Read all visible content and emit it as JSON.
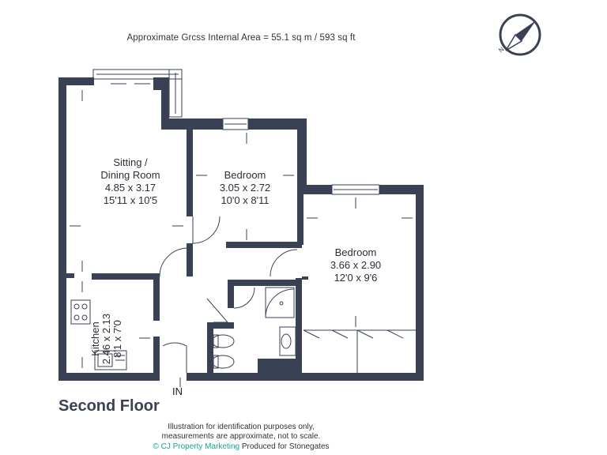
{
  "header": {
    "area_text": "Approximate Grcss Internal Area = 55.1 sq m / 593 sq ft"
  },
  "compass": {
    "letter": "N",
    "color": "#3a4154"
  },
  "rooms": {
    "sitting": {
      "name_line1": "Sitting /",
      "name_line2": "Dining Room",
      "metric": "4.85 x 3.17",
      "imperial": "15'11 x 10'5"
    },
    "bedroom1": {
      "name": "Bedroom",
      "metric": "3.05 x 2.72",
      "imperial": "10'0 x 8'11"
    },
    "bedroom2": {
      "name": "Bedroom",
      "metric": "3.66 x 2.90",
      "imperial": "12'0 x 9'6"
    },
    "kitchen": {
      "name": "Kitchen",
      "metric": "2.46 x 2.13",
      "imperial": "8'1 x 7'0"
    }
  },
  "entrance_label": "IN",
  "floor_label": "Second Floor",
  "footer": {
    "disclaimer_line1": "Illustration for identification purposes only,",
    "disclaimer_line2": "measurements are approximate, not to scale.",
    "brand": "© CJ Property Marketing",
    "produced_for": "Produced for Stonegates"
  },
  "colors": {
    "wall": "#3a4154",
    "brand": "#1aa39a"
  }
}
